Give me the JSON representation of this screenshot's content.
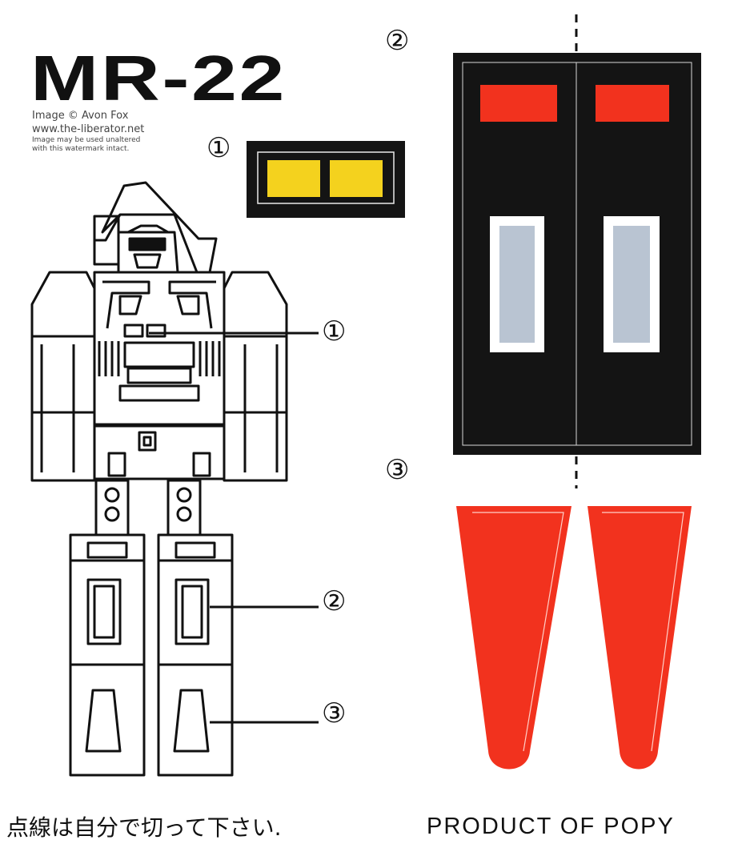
{
  "title": "MR-22",
  "watermark": {
    "line1": "Image © Avon Fox",
    "line2": "www.the-liberator.net",
    "line3": "Image may be used unaltered",
    "line4": "with this watermark intact."
  },
  "markers": {
    "one": "①",
    "two": "②",
    "three": "③"
  },
  "footer": {
    "japanese_note": "点線は自分で切って下さい.",
    "product": "PRODUCT OF POPY"
  },
  "colors": {
    "black": "#141414",
    "red": "#f2321e",
    "yellow": "#f4d21e",
    "silver": "#b9c4d2",
    "white": "#ffffff"
  }
}
